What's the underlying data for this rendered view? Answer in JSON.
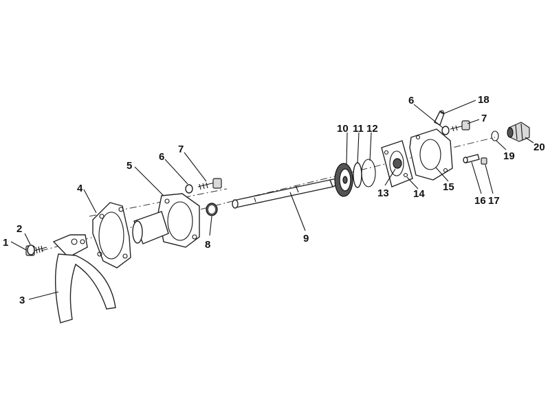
{
  "diagram": {
    "labels": [
      "1",
      "2",
      "3",
      "4",
      "5",
      "6",
      "7",
      "8",
      "9",
      "10",
      "11",
      "12",
      "13",
      "14",
      "15",
      "6",
      "18",
      "7",
      "16",
      "17",
      "19",
      "20"
    ]
  }
}
